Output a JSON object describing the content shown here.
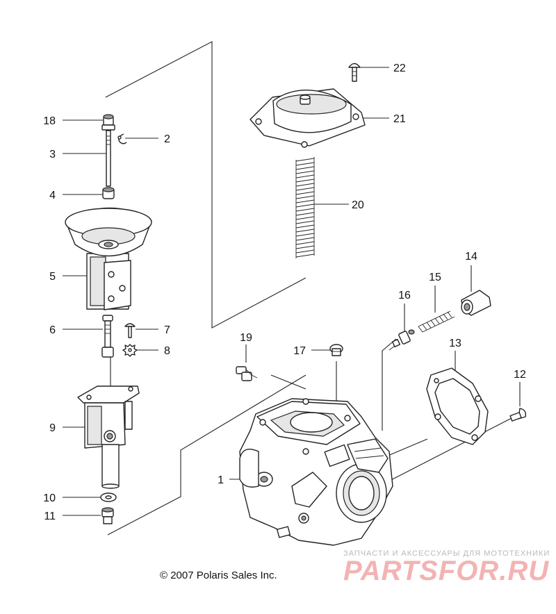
{
  "diagram": {
    "callouts": [
      {
        "id": "c1",
        "label": "1"
      },
      {
        "id": "c2",
        "label": "2"
      },
      {
        "id": "c3",
        "label": "3"
      },
      {
        "id": "c4",
        "label": "4"
      },
      {
        "id": "c5",
        "label": "5"
      },
      {
        "id": "c6",
        "label": "6"
      },
      {
        "id": "c7",
        "label": "7"
      },
      {
        "id": "c8",
        "label": "8"
      },
      {
        "id": "c9",
        "label": "9"
      },
      {
        "id": "c10",
        "label": "10"
      },
      {
        "id": "c11",
        "label": "11"
      },
      {
        "id": "c12",
        "label": "12"
      },
      {
        "id": "c13",
        "label": "13"
      },
      {
        "id": "c14",
        "label": "14"
      },
      {
        "id": "c15",
        "label": "15"
      },
      {
        "id": "c16",
        "label": "16"
      },
      {
        "id": "c17",
        "label": "17"
      },
      {
        "id": "c18",
        "label": "18"
      },
      {
        "id": "c19",
        "label": "19"
      },
      {
        "id": "c20",
        "label": "20"
      },
      {
        "id": "c21",
        "label": "21"
      },
      {
        "id": "c22",
        "label": "22"
      }
    ]
  },
  "footer": {
    "copyright": "© 2007 Polaris Sales Inc."
  },
  "watermark": {
    "caption": "ЗАПЧАСТИ И АКСЕССУАРЫ ДЛЯ МОТОТЕХНИКИ",
    "logo_text": "PARTSFOR.RU"
  }
}
